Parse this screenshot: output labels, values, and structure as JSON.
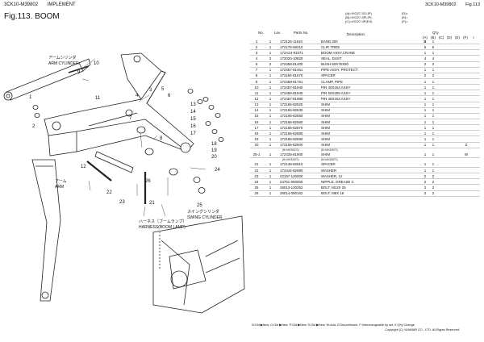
{
  "header": {
    "model_code": "3CK10-M39802",
    "section": "IMPLEMENT",
    "figure_title": "Fig.113.  BOOM",
    "page_code": "3CK10-M39802",
    "page_fig": "Fig.113"
  },
  "variants": {
    "a": "(A)=VIO27-3CLIP)",
    "b": "(B)=VIO27-3PLIP)",
    "c": "(C)=VIO27-3P(EX)",
    "d": "(D)=",
    "e": "(E)=",
    "f": "(F)="
  },
  "diagram": {
    "label_arm_cyl_jp": "アームシリンダ",
    "label_arm_cyl_en": "ARM CYLINDER",
    "label_arm_jp": "アーム",
    "label_arm_en": "ARM",
    "label_swing_jp": "スイングシリンダ",
    "label_swing_en": "SWING CYLINDER",
    "label_harness_jp": "ハーネス（ブームランプ）",
    "label_harness_en": "HARNESS(BOOM LAMP)",
    "callouts": [
      "1",
      "2",
      "3",
      "4",
      "5",
      "6",
      "7",
      "8",
      "9",
      "10",
      "11",
      "12",
      "13",
      "14",
      "15",
      "16",
      "17",
      "18",
      "19",
      "20",
      "21",
      "22",
      "23",
      "24",
      "25",
      "26"
    ]
  },
  "table": {
    "col_no": "No.",
    "col_lev": "Lev.",
    "col_parts_no": "Parts No.",
    "col_desc": "Description",
    "col_qty": "Q'ty",
    "qty_cols": [
      "(A)",
      "(B)",
      "(C)",
      "(D)",
      "(E)",
      "(F)",
      "I",
      "R"
    ],
    "rows": [
      {
        "no": "1",
        "lev": "1",
        "pn": "172126-11510",
        "desc": "BAND 300",
        "a": "1",
        "b": "1",
        "mark": ""
      },
      {
        "no": "2",
        "lev": "1",
        "pn": "172176-68210",
        "desc": "CLIP, TREE",
        "a": "5",
        "b": "5",
        "mark": ""
      },
      {
        "no": "3",
        "lev": "1",
        "pn": "172A24-91071",
        "desc": "BOOM ASSY,CRANE",
        "a": "1",
        "b": "1",
        "mark": ""
      },
      {
        "no": "4",
        "lev": "2",
        "pn": "172020-10820",
        "desc": "SEAL, DUST",
        "a": "4",
        "b": "4",
        "mark": ""
      },
      {
        "no": "6",
        "lev": "2",
        "pn": "172458-81400",
        "desc": "BUSH 60X75X50",
        "a": "2",
        "b": "2",
        "mark": ""
      },
      {
        "no": "7",
        "lev": "1",
        "pn": "172457-81451",
        "desc": "PIPE ASSY, PROTECT",
        "a": "1",
        "b": "1",
        "mark": ""
      },
      {
        "no": "8",
        "lev": "1",
        "pn": "172184-81670",
        "desc": "SPACER",
        "a": "2",
        "b": "2",
        "mark": ""
      },
      {
        "no": "9",
        "lev": "1",
        "pn": "172458-81751",
        "desc": "CLAMP, PIPE",
        "a": "1",
        "b": "1",
        "mark": ""
      },
      {
        "no": "10",
        "lev": "1",
        "pn": "172457-81940",
        "desc": "PIN 40X153 ASSY",
        "a": "1",
        "b": "1",
        "mark": ""
      },
      {
        "no": "11",
        "lev": "1",
        "pn": "172459-81940",
        "desc": "PIN 50X209 ASSY",
        "a": "1",
        "b": "1",
        "mark": ""
      },
      {
        "no": "12",
        "lev": "1",
        "pn": "172457-81980",
        "desc": "PIN 45X153 ASSY",
        "a": "1",
        "b": "1",
        "mark": ""
      },
      {
        "no": "13",
        "lev": "1",
        "pn": "172165-82520",
        "desc": "SHIM",
        "a": "1",
        "b": "1",
        "mark": ""
      },
      {
        "no": "14",
        "lev": "1",
        "pn": "172165-82530",
        "desc": "SHIM",
        "a": "1",
        "b": "1",
        "mark": ""
      },
      {
        "no": "15",
        "lev": "1",
        "pn": "172165-82550",
        "desc": "SHIM",
        "a": "1",
        "b": "1",
        "mark": ""
      },
      {
        "no": "16",
        "lev": "1",
        "pn": "172165-82560",
        "desc": "SHIM",
        "a": "1",
        "b": "1",
        "mark": ""
      },
      {
        "no": "17",
        "lev": "1",
        "pn": "172165-82570",
        "desc": "SHIM",
        "a": "1",
        "b": "1",
        "mark": ""
      },
      {
        "no": "18",
        "lev": "1",
        "pn": "172165-82580",
        "desc": "SHIM",
        "a": "1",
        "b": "1",
        "mark": ""
      },
      {
        "no": "19",
        "lev": "1",
        "pn": "172165-92590",
        "desc": "SHIM",
        "a": "1",
        "b": "1",
        "mark": ""
      },
      {
        "no": "20",
        "lev": "1",
        "pn": "172165-82600",
        "desc": "SHIM",
        "a": "1",
        "b": "1",
        "mark": "Z"
      },
      {
        "sub": true,
        "s1": "(B>MH30870)",
        "s2": "(B>MH30870)"
      },
      {
        "no": "20-1",
        "lev": "1",
        "pn": "172425-81900",
        "desc": "SHIM",
        "a": "1",
        "b": "1",
        "mark": "W"
      },
      {
        "sub": true,
        "s1": "(B>MH30870)",
        "s2": "(B>MH30870)"
      },
      {
        "no": "21",
        "lev": "1",
        "pn": "172148-82910",
        "desc": "SPACER",
        "a": "1",
        "b": "1",
        "mark": ""
      },
      {
        "no": "22",
        "lev": "1",
        "pn": "172444-82990",
        "desc": "WASHER",
        "a": "1",
        "b": "1",
        "mark": ""
      },
      {
        "no": "23",
        "lev": "1",
        "pn": "22157-120000",
        "desc": "WASHER, 12",
        "a": "2",
        "b": "2",
        "mark": ""
      },
      {
        "no": "24",
        "lev": "1",
        "pn": "24761-050000",
        "desc": "NIPPLE, GREASE C",
        "a": "2",
        "b": "2",
        "mark": ""
      },
      {
        "no": "25",
        "lev": "1",
        "pn": "26013-120252",
        "desc": "BOLT, M12X 25",
        "a": "2",
        "b": "2",
        "mark": ""
      },
      {
        "no": "26",
        "lev": "1",
        "pn": "26014-080162",
        "desc": "BOLT, M8X 16",
        "a": "2",
        "b": "2",
        "mark": ""
      }
    ]
  },
  "footer": {
    "legend": "N:Old ▶New, O:Old ▶New, P:Old ▶New, S:Old ▶New, W:Add, Z:Discontinued, F:Interchangeable by set, K:Q'ty Change",
    "copyright": "Copyright (C)  YANMAR CO., LTD. All Rights Reserved."
  }
}
